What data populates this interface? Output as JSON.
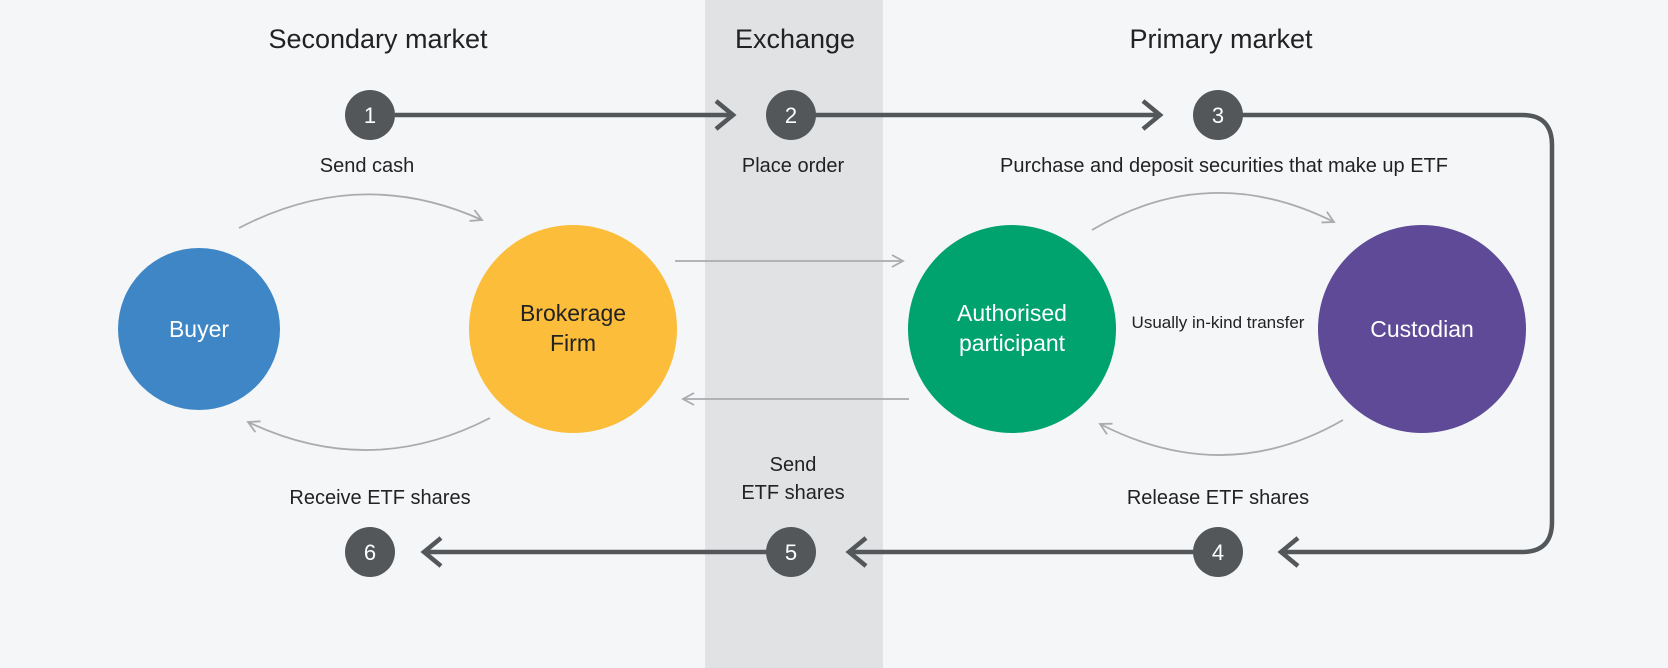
{
  "sections": {
    "secondary": "Secondary market",
    "exchange": "Exchange",
    "primary": "Primary market"
  },
  "steps": [
    {
      "number": "1",
      "label": "Send cash"
    },
    {
      "number": "2",
      "label": "Place order"
    },
    {
      "number": "3",
      "label": "Purchase and deposit securities that make up ETF"
    },
    {
      "number": "4",
      "label": "Release ETF shares"
    },
    {
      "number": "5",
      "label_line1": "Send",
      "label_line2": "ETF shares"
    },
    {
      "number": "6",
      "label": "Receive ETF shares"
    }
  ],
  "nodes": {
    "buyer": {
      "label": "Buyer",
      "color": "#3e86c6"
    },
    "brokerage": {
      "label_line1": "Brokerage",
      "label_line2": "Firm",
      "color": "#fbbd3a"
    },
    "ap": {
      "label_line1": "Authorised",
      "label_line2": "participant",
      "color": "#00a26e"
    },
    "custodian": {
      "label": "Custodian",
      "color": "#5e4a97"
    }
  },
  "transfer_note": "Usually in-kind transfer",
  "colors": {
    "badge": "#54575a",
    "flow_line": "#54575a",
    "thin_arrow": "#a9abae",
    "exchange_band": "#e1e2e4",
    "background": "#f4f6f8"
  }
}
